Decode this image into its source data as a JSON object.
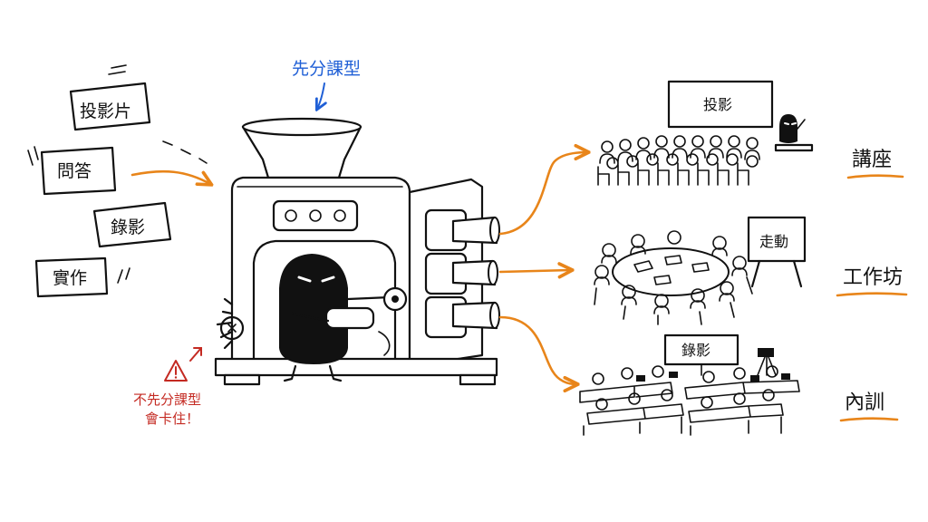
{
  "inputs": {
    "slides": "投影片",
    "qa": "問答",
    "recording": "錄影",
    "practice": "實作"
  },
  "machine": {
    "top_note": "先分課型",
    "warning_line1": "不先分課型",
    "warning_line2": "會卡住！"
  },
  "outputs": {
    "lecture": {
      "category": "講座",
      "board": "投影"
    },
    "workshop": {
      "category": "工作坊",
      "board": "走動"
    },
    "training": {
      "category": "內訓",
      "board": "錄影"
    }
  },
  "colors": {
    "arrow": "#e8851a",
    "note": "#1f5fd6",
    "warning": "#c42a22",
    "ink": "#111111"
  }
}
